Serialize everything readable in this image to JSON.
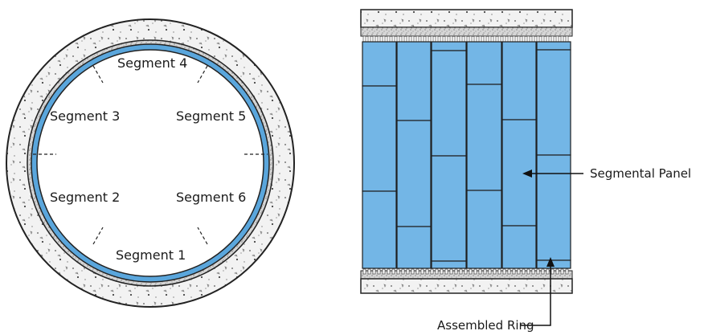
{
  "colors": {
    "panel_fill": "#73b6e6",
    "panel_outline": "#1f1f1f",
    "concrete_fill": "#efefef",
    "grout_fill": "#d9d9d9",
    "ring_blue": "#5aa6dc",
    "line": "#222222"
  },
  "cross_section": {
    "segments": [
      {
        "label": "Segment 4"
      },
      {
        "label": "Segment 3"
      },
      {
        "label": "Segment 5"
      },
      {
        "label": "Segment 2"
      },
      {
        "label": "Segment 6"
      },
      {
        "label": "Segment 1"
      }
    ]
  },
  "longitudinal_section": {
    "callouts": {
      "panel": "Segmental Panel",
      "ring": "Assembled Ring"
    }
  }
}
